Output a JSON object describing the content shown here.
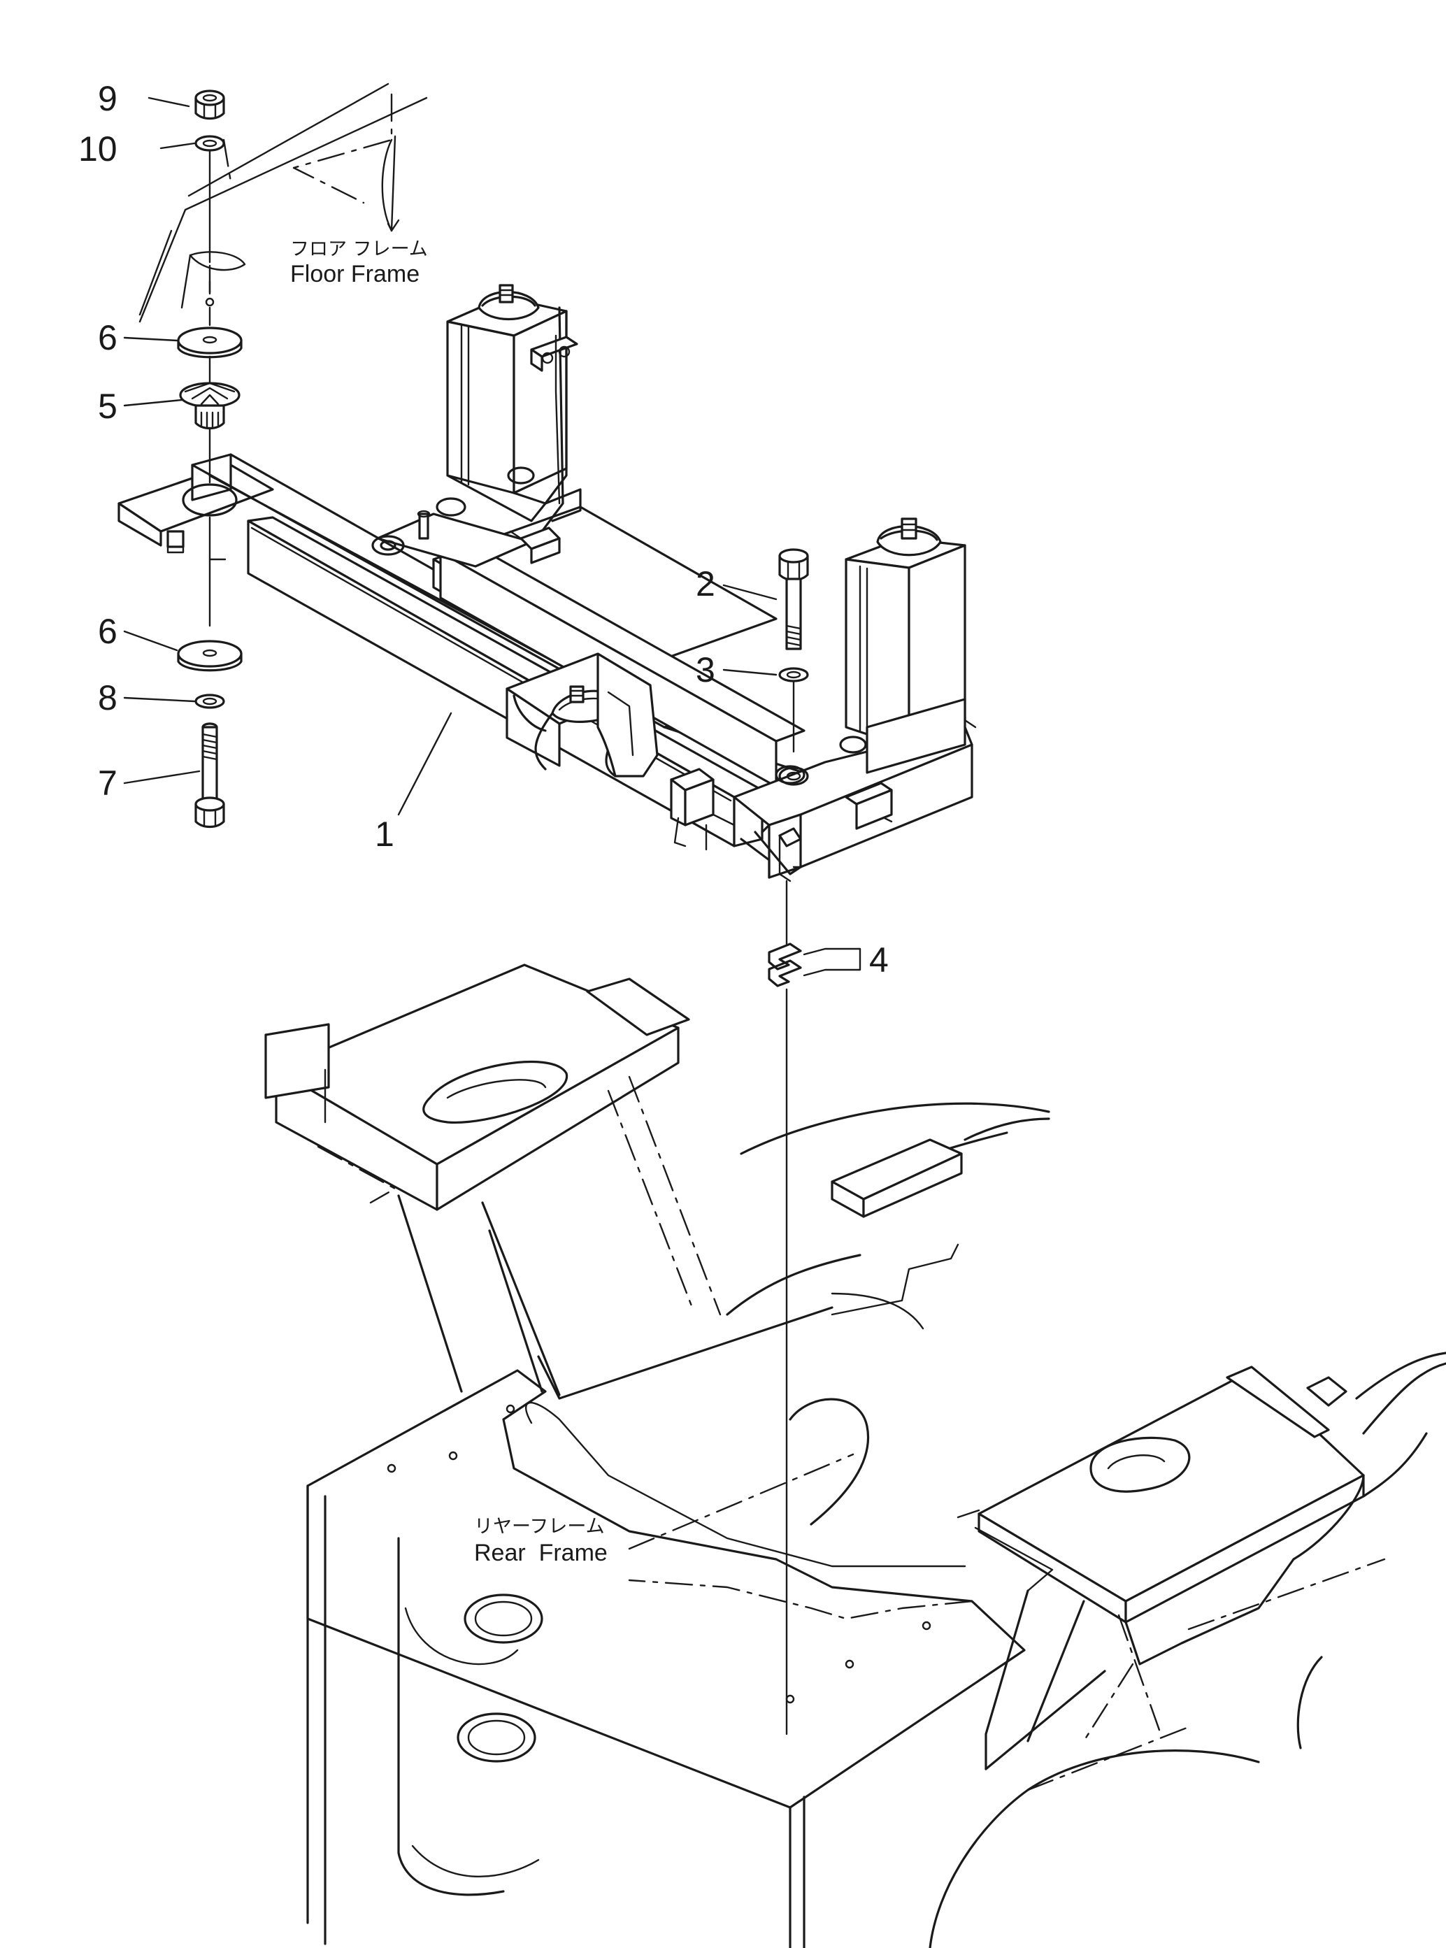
{
  "callouts": {
    "c1": "1",
    "c2": "2",
    "c3": "3",
    "c4": "4",
    "c5": "5",
    "c6a": "6",
    "c6b": "6",
    "c7": "7",
    "c8": "8",
    "c9": "9",
    "c10": "10"
  },
  "labels": {
    "floor_frame_jp": "フロア フレーム",
    "floor_frame_en": "Floor Frame",
    "rear_frame_jp": "リヤーフレーム",
    "rear_frame_en": "Rear  Frame"
  },
  "colors": {
    "ink": "#1a1a1a",
    "paper": "#ffffff"
  }
}
